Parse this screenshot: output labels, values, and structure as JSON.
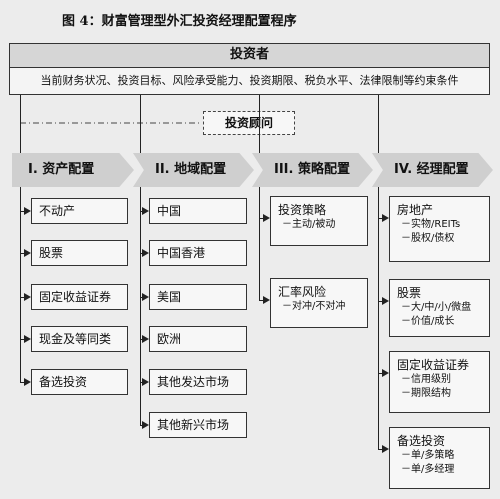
{
  "title": "图 4：财富管理型外汇投资经理配置程序",
  "investor": {
    "heading": "投资者",
    "constraints": "当前财务状况、投资目标、风险承受能力、投资期限、税负水平、法律限制等约束条件"
  },
  "advisor": "投资顾问",
  "columns": [
    {
      "header": "I. 资产配置",
      "items": [
        {
          "label": "不动产"
        },
        {
          "label": "股票"
        },
        {
          "label": "固定收益证券"
        },
        {
          "label": "现金及等同类"
        },
        {
          "label": "备选投资"
        }
      ]
    },
    {
      "header": "II. 地域配置",
      "items": [
        {
          "label": "中国"
        },
        {
          "label": "中国香港"
        },
        {
          "label": "美国"
        },
        {
          "label": "欧洲"
        },
        {
          "label": "其他发达市场"
        },
        {
          "label": "其他新兴市场"
        }
      ]
    },
    {
      "header": "III. 策略配置",
      "items": [
        {
          "label": "投资策略",
          "subs": [
            "－主动/被动"
          ]
        },
        {
          "label": "汇率风险",
          "subs": [
            "－对冲/不对冲"
          ]
        }
      ]
    },
    {
      "header": "IV. 经理配置",
      "items": [
        {
          "label": "房地产",
          "subs": [
            "－实物/REITs",
            "－股权/债权"
          ]
        },
        {
          "label": "股票",
          "subs": [
            "－大/中/小/微盘",
            "－价值/成长"
          ]
        },
        {
          "label": "固定收益证券",
          "subs": [
            "－信用级别",
            "－期限结构"
          ]
        },
        {
          "label": "备选投资",
          "subs": [
            "－单/多策略",
            "－单/多经理"
          ]
        }
      ]
    }
  ]
}
